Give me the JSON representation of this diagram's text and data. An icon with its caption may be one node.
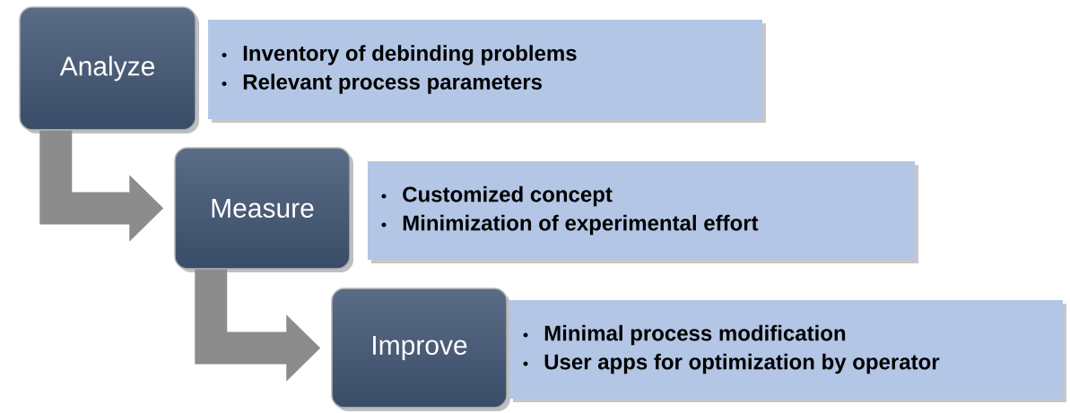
{
  "diagram": {
    "nodes": [
      {
        "text": [
          "Analyze"
        ]
      },
      {
        "text": [
          "Inventory of debinding problems",
          "Relevant process parameters"
        ]
      },
      {
        "text": [
          "Measure"
        ]
      },
      {
        "text": [
          "Customized concept",
          "Minimization of experimental effort"
        ]
      },
      {
        "text": [
          "Improve"
        ]
      },
      {
        "text": [
          "Minimal process modification",
          "User apps for optimization by operator"
        ]
      }
    ],
    "edges": [
      {
        "from": 0,
        "to": 2,
        "arrow": "to"
      },
      {
        "from": 2,
        "to": 4,
        "arrow": "to"
      }
    ]
  }
}
